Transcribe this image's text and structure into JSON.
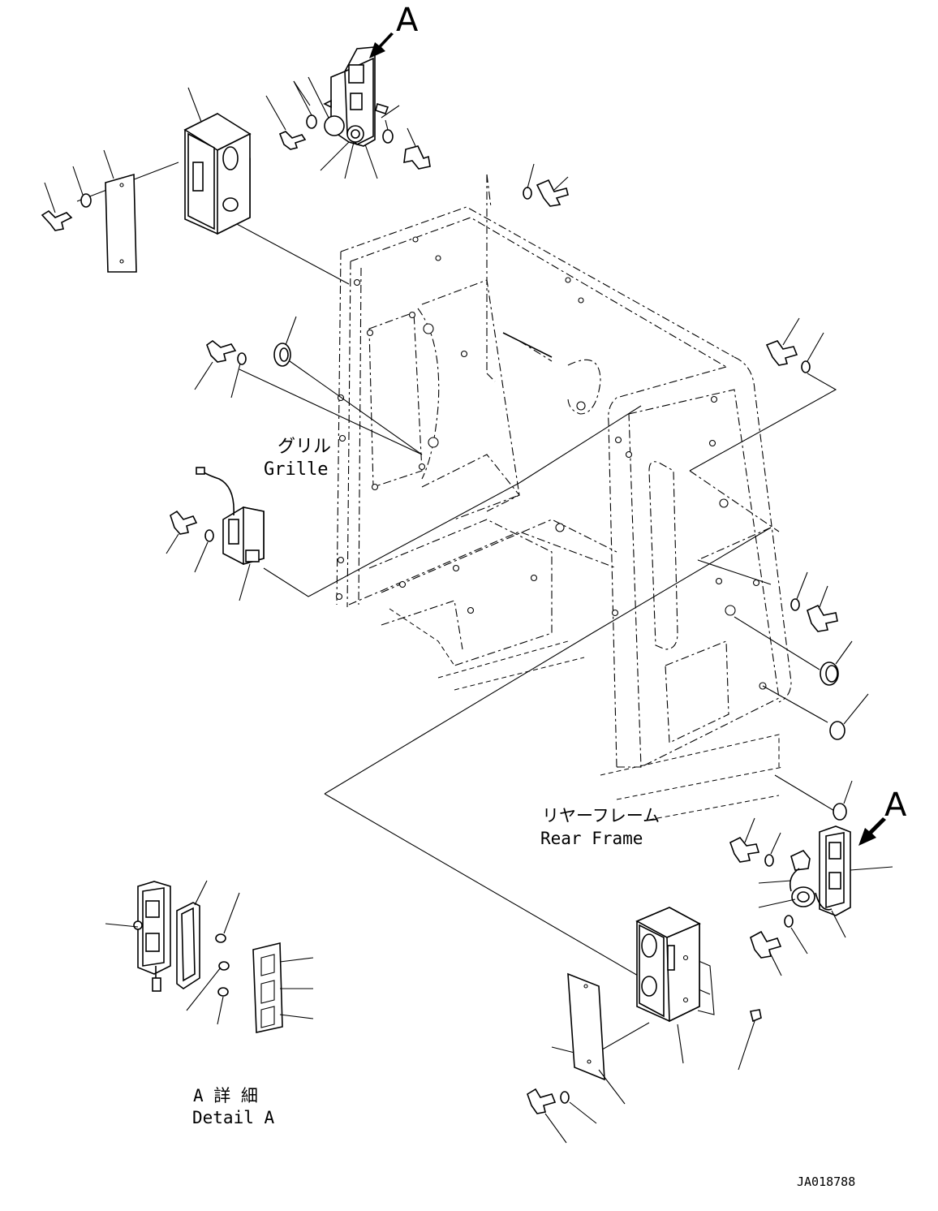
{
  "labels": {
    "grille_jp": "グリル",
    "grille_en": "Grille",
    "rear_frame_jp": "リヤーフレーム",
    "rear_frame_en": "Rear Frame",
    "detail_jp": "A 詳 細",
    "detail_en": "Detail A",
    "view_marker_top": "A",
    "view_marker_right": "A",
    "drawing_id": "JA018788"
  }
}
